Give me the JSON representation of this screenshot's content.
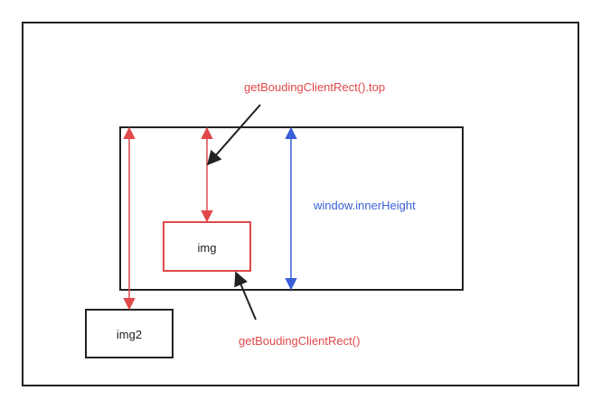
{
  "diagram": {
    "labels": {
      "top_label": "getBoudingClientRect().top",
      "rect_label": "getBoudingClientRect()",
      "viewport_label": "window.innerHeight",
      "img_label": "img",
      "img2_label": "img2"
    },
    "colors": {
      "red": "#e0484a",
      "blue": "#3a5fd8",
      "dark": "#222222",
      "background": "#ffffff"
    }
  }
}
